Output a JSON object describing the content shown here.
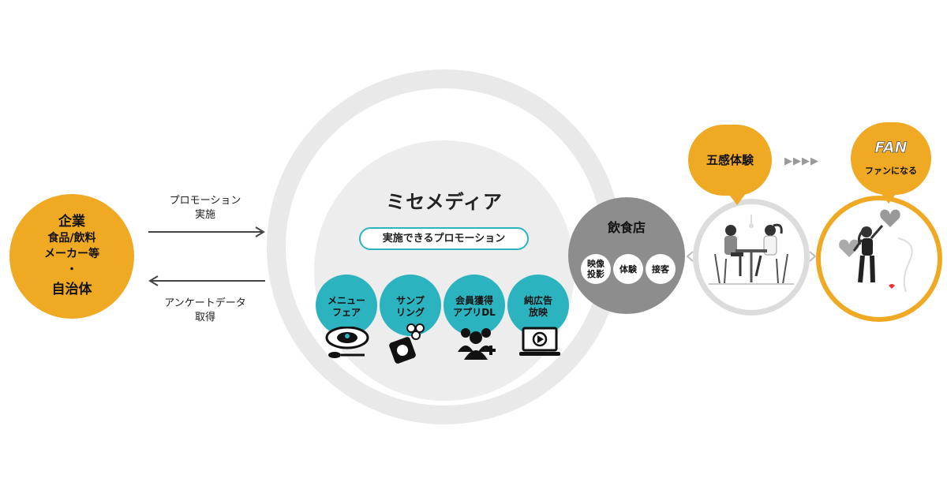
{
  "company": {
    "line1": "企業",
    "line2": "食品/飲料",
    "line3": "メーカー等",
    "line4": "・",
    "line5": "自治体"
  },
  "arrows": {
    "top_label_line1": "プロモーション",
    "top_label_line2": "実施",
    "bottom_label_line1": "アンケートデータ",
    "bottom_label_line2": "取得"
  },
  "media": {
    "title": "ミセメディア",
    "pill": "実施できるプロモーション",
    "promotions": [
      {
        "line1": "メニュー",
        "line2": "フェア",
        "icon": "plate-icon"
      },
      {
        "line1": "サンプ",
        "line2": "リング",
        "icon": "sample-pack-icon"
      },
      {
        "line1": "会員獲得",
        "line2": "アプリDL",
        "icon": "users-add-icon"
      },
      {
        "line1": "純広告",
        "line2": "放映",
        "icon": "laptop-video-icon"
      }
    ]
  },
  "restaurant": {
    "title": "飲食店",
    "items": [
      {
        "line1": "映像",
        "line2": "投影"
      },
      {
        "line1": "体験",
        "line2": ""
      },
      {
        "line1": "接客",
        "line2": ""
      }
    ]
  },
  "experience": {
    "bubble": "五感体験",
    "arrows": "▶▶▶▶"
  },
  "fan": {
    "title": "FAN",
    "subtitle": "ファンになる"
  },
  "colors": {
    "accent_orange": "#EFA923",
    "accent_teal": "#2BB4BF",
    "ring_gray": "#e9e9e9",
    "restaurant_gray": "#8d8d8d"
  }
}
